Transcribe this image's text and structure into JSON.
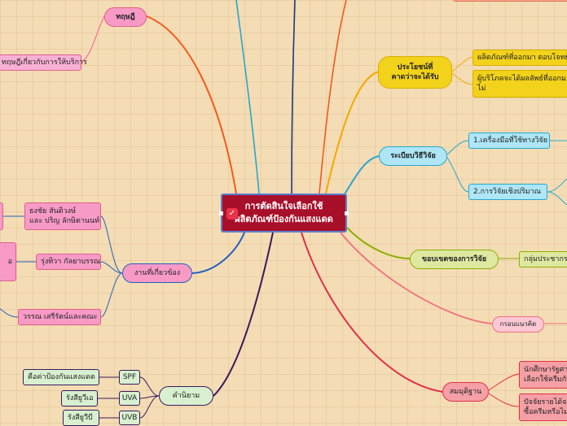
{
  "center": {
    "line1": "การตัดสินใจเลือกใช้",
    "line2": "ผลิตภัณฑ์ป้องกันแสงแดด"
  },
  "theory": {
    "label": "ทฤษฎี",
    "child": "ทฤษฎีเกี่ยวกับการให้บริการ"
  },
  "benefit": {
    "line1": "ประโยชน์ที่",
    "line2": "คาดว่าจะได้รับ",
    "child1": "ผลิตภัณฑ์ที่ออกมา ตอบโจทย์",
    "child2_line1": "ผู้บริโภคจะได้ผลลัพธ์ที่ออกม",
    "child2_line2": "ไม่"
  },
  "method": {
    "label": "ระเบียบวิธีวิจัย",
    "child1": "1.เครื่องมือที่ใช้ทางวิจัย",
    "child2": "2.การวิจัยเชิงปริมาณ"
  },
  "scope": {
    "label": "ขอบเขตของการวิจัย",
    "child": "กลุ่มประชากร"
  },
  "framework": {
    "label": "กรอบแนวคิด"
  },
  "hypothesis": {
    "label": "สมมุติฐาน",
    "child1_line1": "นักศึกษารัฐศา",
    "child1_line2": "เลือกใช้ครีมกัน",
    "child2_line1": "ปัจจัยรายได้จะ",
    "child2_line2": "ซื้อครีมหรือไม่"
  },
  "related": {
    "label": "งานที่เกี่ยวข้อง",
    "child1_line1": "ธงชัย สันติวงษ์",
    "child1_line2": "และ ปริญ ลักษิตานนท์",
    "child2": "รุ่งทิวา กัลยาบรรณ",
    "child3": "วรรณ เสรีรัตน์และคณะ",
    "edge_label": "อ"
  },
  "definitions": {
    "label": "คำนิยาม",
    "items": [
      {
        "key": "SPF",
        "value": "คือค่าป้องกันแสงแดด"
      },
      {
        "key": "UVA",
        "value": "รังสียูวีเอ"
      },
      {
        "key": "UVB",
        "value": "รังสียูวีบี"
      }
    ]
  },
  "colors": {
    "theory": "#f0609a",
    "benefit": "#f5a800",
    "method": "#28a7d0",
    "scope": "#8ab000",
    "framework": "#f07080",
    "hypothesis": "#e0304a",
    "related": "#2060c0",
    "definitions": "#3a1a60"
  }
}
